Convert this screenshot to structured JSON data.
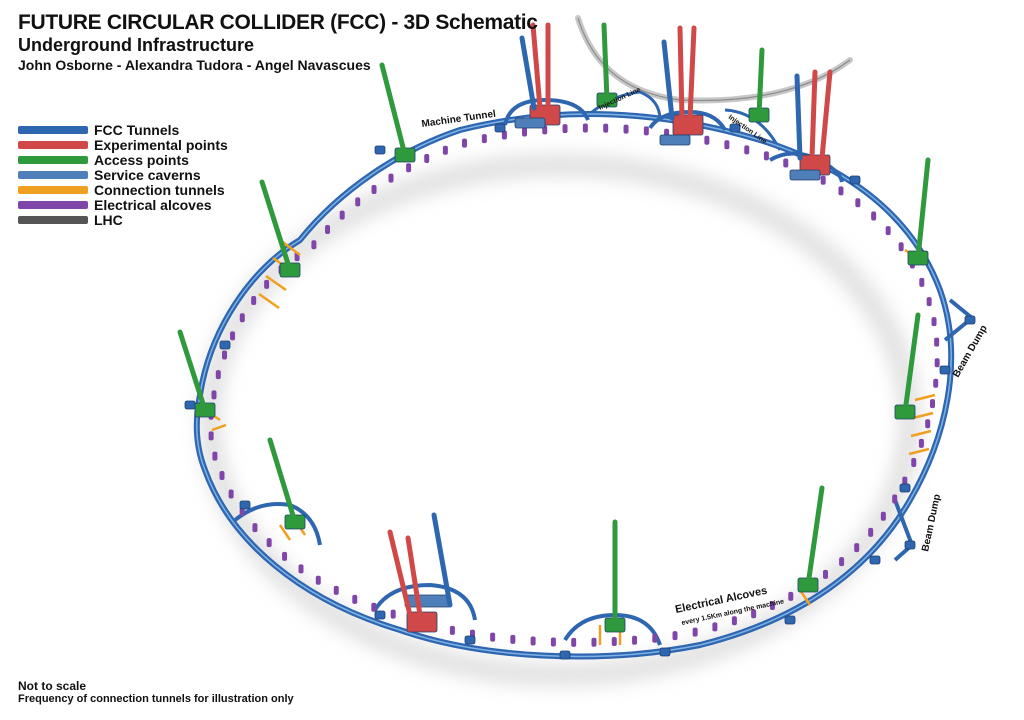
{
  "header": {
    "title": "FUTURE CIRCULAR COLLIDER (FCC) - 3D Schematic",
    "subtitle": "Underground Infrastructure",
    "authors": "John Osborne - Alexandra Tudora - Angel Navascues"
  },
  "legend": [
    {
      "label": "FCC Tunnels",
      "color": "#2f66b0"
    },
    {
      "label": "Experimental points",
      "color": "#d14848"
    },
    {
      "label": "Access points",
      "color": "#2e9a3c"
    },
    {
      "label": "Service caverns",
      "color": "#4f7fb8"
    },
    {
      "label": "Connection tunnels",
      "color": "#f0a020"
    },
    {
      "label": "Electrical alcoves",
      "color": "#7f45a8"
    },
    {
      "label": "LHC",
      "color": "#555555"
    }
  ],
  "labels": {
    "machine_tunnel": "Machine Tunnel",
    "injection_line_1": "Injection Line",
    "injection_line_2": "Injection Line",
    "beam_dump_1": "Beam Dump",
    "beam_dump_2": "Beam Dump",
    "electrical_alcoves": "Electrical Alcoves",
    "electrical_alcoves_note": "every 1.5Km along the machine"
  },
  "footnote": {
    "line1": "Not to scale",
    "line2": "Frequency of connection tunnels for illustration only"
  }
}
